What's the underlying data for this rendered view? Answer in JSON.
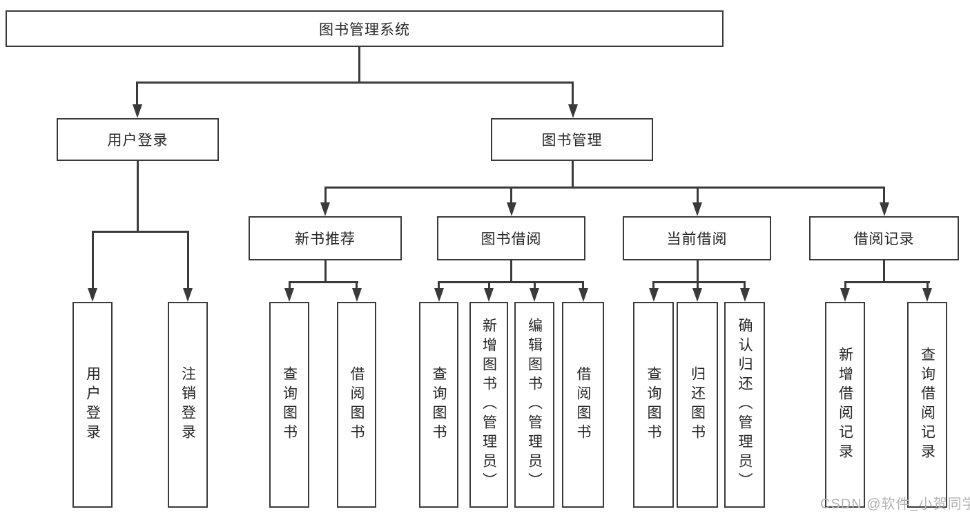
{
  "title": "图书管理系统",
  "nodes": {
    "userLogin": {
      "label": "用户登录",
      "children": [
        "用户登录",
        "注销登录"
      ]
    },
    "bookMgmt": {
      "label": "图书管理"
    },
    "newBookRec": {
      "label": "新书推荐",
      "children": [
        "查询图书",
        "借阅图书"
      ]
    },
    "bookBorrow": {
      "label": "图书借阅",
      "children": [
        "查询图书",
        "新增图书（管理员）",
        "编辑图书（管理员）",
        "借阅图书"
      ]
    },
    "currentBorrow": {
      "label": "当前借阅",
      "children": [
        "查询图书",
        "归还图书",
        "确认归还（管理员）"
      ]
    },
    "borrowRecord": {
      "label": "借阅记录",
      "children": [
        "新增借阅记录",
        "查询借阅记录"
      ]
    }
  },
  "watermark": "CSDN @软件_小贺同学",
  "colors": {
    "line": "#3a3a3a",
    "text": "#262626",
    "watermark": "#b3b3b3",
    "background": "#ffffff"
  }
}
